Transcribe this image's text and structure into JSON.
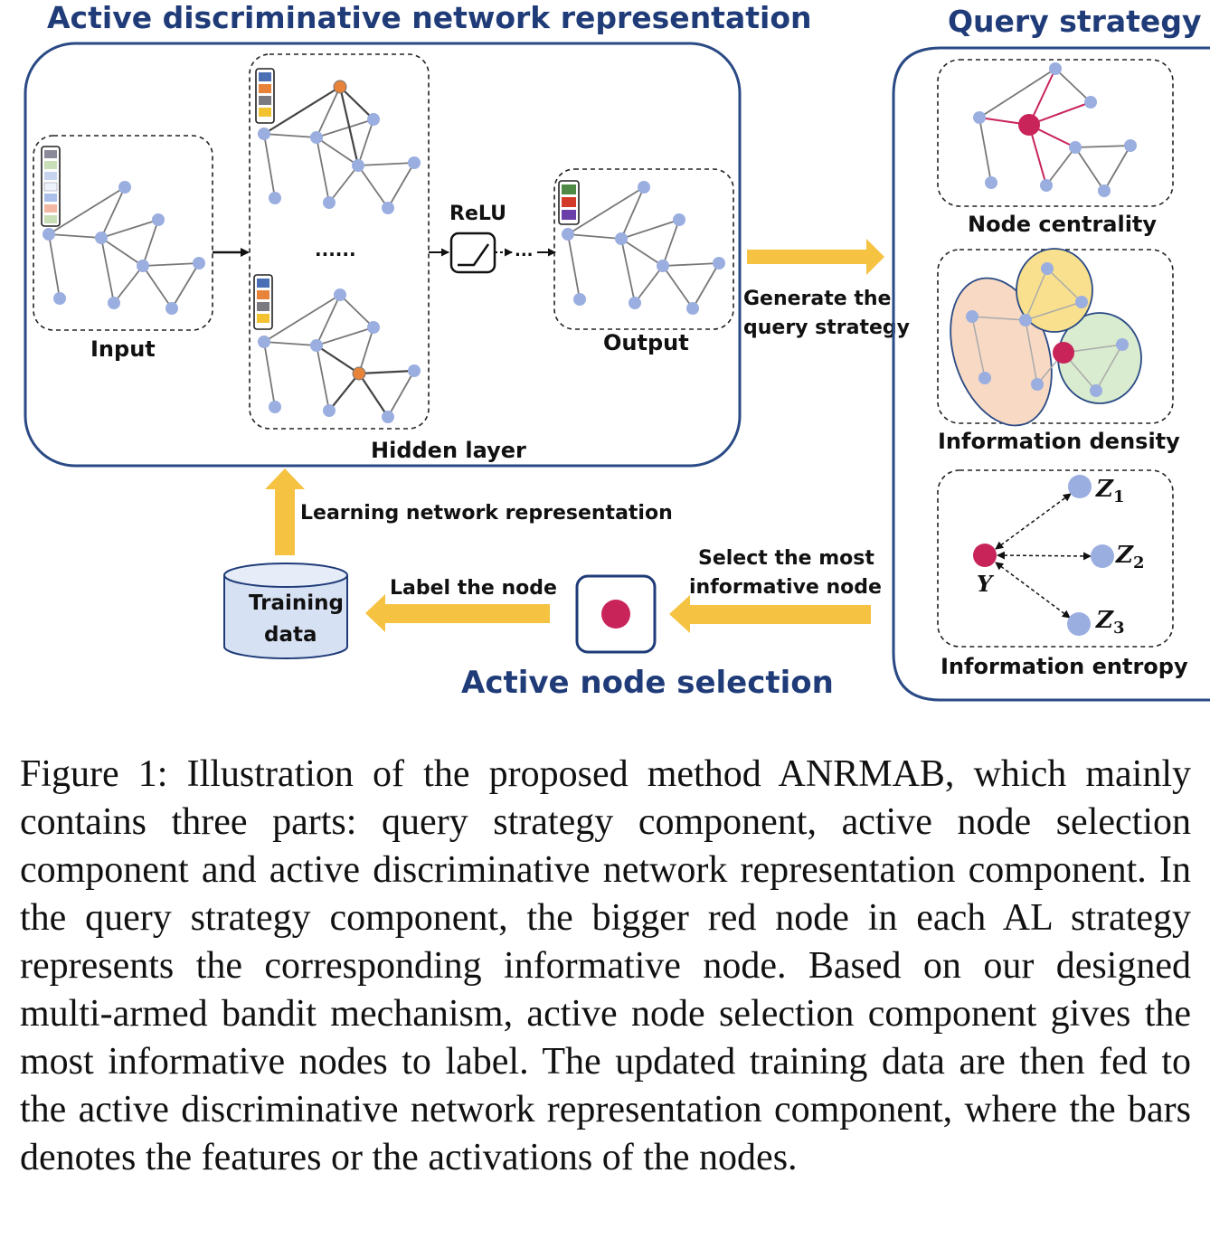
{
  "titles": {
    "representation": "Active discriminative network representation",
    "query": "Query strategy",
    "selection": "Active node selection"
  },
  "labels": {
    "input": "Input",
    "hidden": "Hidden layer",
    "output": "Output",
    "relu": "ReLU",
    "ellipsis_mid": "......",
    "ellipsis_arrow": "...",
    "generate_line1": "Generate the",
    "generate_line2": "query strategy",
    "learning": "Learning network representation",
    "select_line1": "Select the most",
    "select_line2": "informative node",
    "label_node": "Label the node",
    "training_line1": "Training",
    "training_line2": "data",
    "centrality": "Node centrality",
    "density": "Information density",
    "entropy": "Information entropy",
    "y_var": "Y",
    "z_var": "Z",
    "z1_sub": "1",
    "z2_sub": "2",
    "z3_sub": "3"
  },
  "colors": {
    "title_blue": "#1f3b78",
    "node_blue": "#9aaee0",
    "node_orange": "#e8833a",
    "node_red": "#c8245a",
    "arrow_yellow": "#f5c242",
    "cluster_pink": "#f7d9c4",
    "cluster_yellow": "#f9e08e",
    "cluster_green": "#d9eccf"
  },
  "caption": "Figure 1:  Illustration of the proposed method ANRMAB, which mainly contains three parts: query strategy component, active node selection component and active discriminative network representation component.  In the query strategy component, the bigger red node in each AL strategy represents the corresponding informative node.  Based on our designed multi-armed bandit mechanism, active node selection component gives the most informative nodes to label.  The updated training data are then fed to the active discriminative network representation component, where the bars denotes the features or the activations of the nodes."
}
